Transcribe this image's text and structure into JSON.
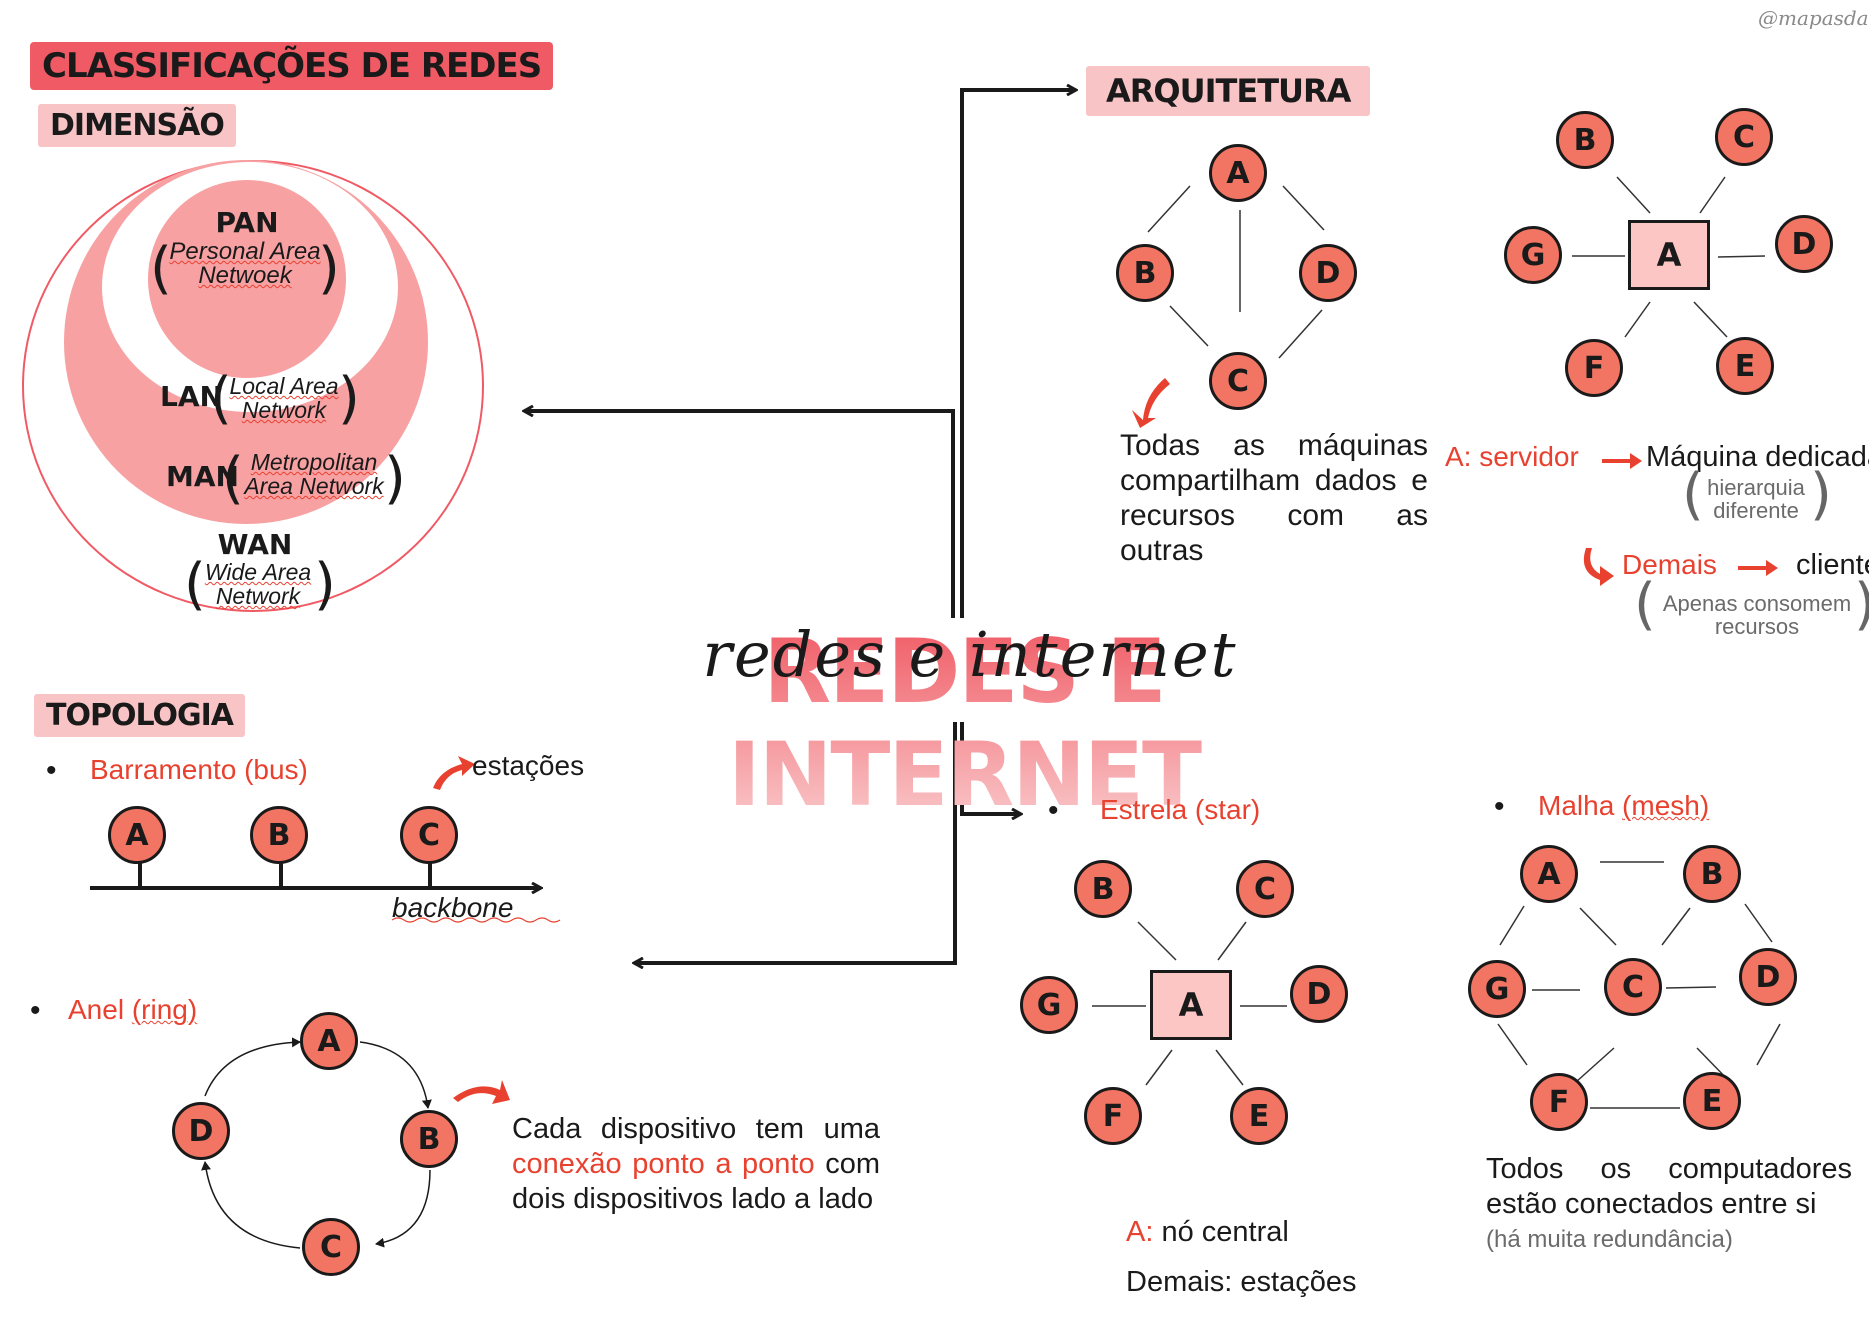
{
  "credit": "@mapasdatu",
  "center_title": {
    "block": "REDES E INTERNET",
    "script": "redes e internet"
  },
  "dimensao": {
    "section_title": "CLASSIFICAÇÕES DE REDES",
    "heading": "DIMENSÃO",
    "pan": {
      "abbr": "PAN",
      "line1": "Personal Area",
      "line2": "Netwoek"
    },
    "lan": {
      "abbr": "LAN",
      "line1": "Local Area",
      "line2": "Network"
    },
    "man": {
      "abbr": "MAN",
      "line1": "Metropolitan",
      "line2": "Area Network"
    },
    "wan": {
      "abbr": "WAN",
      "line1": "Wide Area",
      "line2": "Network"
    }
  },
  "arquitetura": {
    "heading": "ARQUITETURA",
    "p2p": {
      "nodes": [
        "A",
        "B",
        "D",
        "C"
      ],
      "text": "Todas as máquinas compartilham dados e recursos com as outras"
    },
    "client_server": {
      "server": "A",
      "nodes": [
        "B",
        "C",
        "G",
        "D",
        "F",
        "E"
      ],
      "server_key": "A: servidor",
      "server_value": "Máquina dedicada",
      "server_note_1": "hierarquia",
      "server_note_2": "diferente",
      "others_key": "Demais",
      "others_value": "clientes",
      "others_note_1": "Apenas consomem",
      "others_note_2": "recursos"
    }
  },
  "topologia": {
    "heading": "TOPOLOGIA",
    "bus": {
      "label": "Barramento (bus)",
      "nodes": [
        "A",
        "B",
        "C"
      ],
      "stations": "estações",
      "backbone": "backbone"
    },
    "ring": {
      "label_plain": "Anel ",
      "label_wavy": "(ring)",
      "nodes": [
        "A",
        "D",
        "B",
        "C"
      ],
      "text_1": "Cada dispositivo tem uma",
      "text_2": "conexão ponto a ponto",
      "text_3": "com dois dispositivos lado",
      "text_4": "a lado"
    },
    "star": {
      "label": "Estrela (star)",
      "server": "A",
      "nodes": [
        "B",
        "C",
        "G",
        "D",
        "F",
        "E"
      ],
      "note_key": "A:",
      "note_value": "nó central",
      "others_key": "Demais:",
      "others_value": "estações"
    },
    "mesh": {
      "label_plain": "Malha ",
      "label_wavy": "(mesh)",
      "nodes": [
        "A",
        "B",
        "G",
        "C",
        "D",
        "F",
        "E"
      ],
      "text_1": "Todos os computadores",
      "text_2": "estão conectados entre si",
      "note": "(há muita redundância)"
    }
  },
  "colors": {
    "node": "#f27563",
    "accent_red": "#e8412f",
    "highlight_red": "#f05a64",
    "highlight_pink": "#f9c4c6",
    "server_fill": "#fbc6c4"
  }
}
